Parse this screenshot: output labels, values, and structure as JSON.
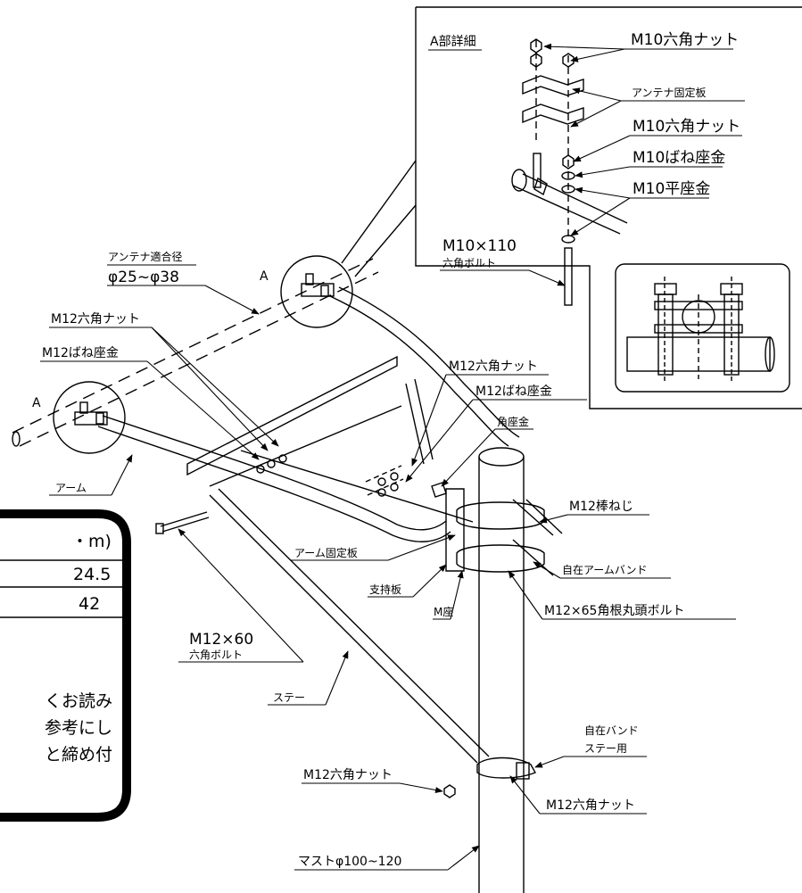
{
  "detail": {
    "title": "A部詳細",
    "labels": {
      "nut_top": "M10六角ナット",
      "fix_plate": "アンテナ固定板",
      "nut_mid": "M10六角ナット",
      "spring_washer": "M10ばね座金",
      "flat_washer": "M10平座金",
      "bolt_size": "M10×110",
      "bolt_type": "六角ボルト"
    }
  },
  "labels": {
    "antenna_dia_title": "アンテナ適合径",
    "antenna_dia_value": "φ25~φ38",
    "circle_a_upper": "A",
    "circle_a_lower": "A",
    "m12_nut_left": "M12六角ナット",
    "m12_spring_left": "M12ばね座金",
    "arm": "アーム",
    "m12_nut_right": "M12六角ナット",
    "m12_spring_right": "M12ばね座金",
    "square_washer": "角座金",
    "stud_bolt": "M12棒ねじ",
    "arm_fix_plate": "アーム固定板",
    "free_arm_band": "自在アームバンド",
    "support_plate": "支持板",
    "m_washer": "M座",
    "square_neck_bolt": "M12×65角根丸頭ボルト",
    "bolt_m12_60": "M12×60",
    "bolt_m12_60_type": "六角ボルト",
    "stay": "ステー",
    "free_band": "自在バンド",
    "free_band_sub": "ステー用",
    "m12_nut_bottom": "M12六角ナット",
    "m12_nut_bottom_right": "M12六角ナット",
    "mast": "マストφ100~120"
  },
  "table": {
    "header_fragment": "・m)",
    "row1": "24.5",
    "row2": "42"
  },
  "note": {
    "line1": "くお読み",
    "line2": "参考にし",
    "line3": "と締め付"
  }
}
